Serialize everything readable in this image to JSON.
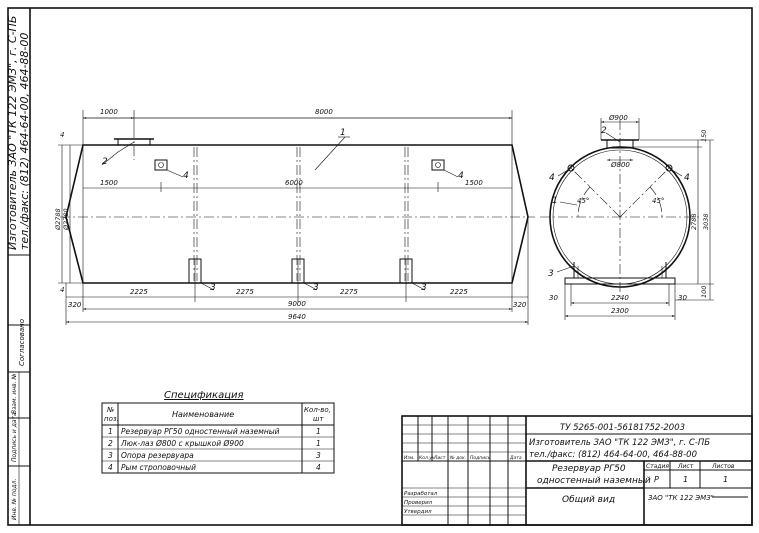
{
  "left_margin": {
    "manufacturer": "Изготовитель ЗАО \"ТК 122 ЭМЗ\", г. С-ПБ",
    "phone": "тел./факс: (812) 464-64-00, 464-88-00",
    "agreed": "Согласовано",
    "inv_orig": "Инв. № подл.",
    "sign_date": "Подпись и дата",
    "inv_dup": "Взам. инв. №"
  },
  "side_view": {
    "dim_top_left": "1000",
    "dim_top_total": "8000",
    "dim_mid_left": "1500",
    "dim_mid_center": "6000",
    "dim_mid_right": "1500",
    "dim_bot_end_left": "320",
    "dim_bot_1": "2225",
    "dim_bot_2": "2275",
    "dim_bot_3": "2275",
    "dim_bot_4": "2225",
    "dim_bot_end_right": "320",
    "dim_bot_body": "9000",
    "dim_bot_total": "9640",
    "dim_dia_outer": "Ø2788",
    "dim_dia_inner": "Ø2780",
    "dim_wall_top": "4",
    "dim_wall_bot": "4",
    "callouts": [
      "1",
      "2",
      "3",
      "3",
      "3",
      "4",
      "4"
    ]
  },
  "end_view": {
    "dim_hatch_cover": "Ø900",
    "dim_hatch": "Ø800",
    "angle_left": "45°",
    "angle_right": "45°",
    "dim_top_gap": "150",
    "dim_height_1": "2788",
    "dim_height_2": "3038",
    "dim_base": "100",
    "dim_base_left": "30",
    "dim_base_right": "30",
    "dim_support": "2240",
    "dim_support_total": "2300",
    "callouts": [
      "1",
      "2",
      "3",
      "4",
      "4"
    ]
  },
  "spec": {
    "title": "Спецификация",
    "headers": {
      "no": "№ поз.",
      "no_top": "№",
      "no_bot": "поз.",
      "name": "Наименование",
      "qty_top": "Кол-во,",
      "qty_bot": "шт"
    },
    "rows": [
      {
        "no": "1",
        "name": "Резервуар РГ50 одностенный наземный",
        "qty": "1"
      },
      {
        "no": "2",
        "name": "Люк-лаз Ø800 с крышкой Ø900",
        "qty": "1"
      },
      {
        "no": "3",
        "name": "Опора резервуара",
        "qty": "3"
      },
      {
        "no": "4",
        "name": "Рым строповочный",
        "qty": "4"
      }
    ]
  },
  "title_block": {
    "code": "ТУ 5265-001-56181752-2003",
    "manufacturer": "Изготовитель ЗАО \"ТК 122 ЭМЗ\", г. С-ПБ",
    "phone": "тел./факс: (812) 464-64-00, 464-88-00",
    "rev_headers": [
      "Изм.",
      "Кол.уч",
      "Лист",
      "№ док.",
      "Подпись",
      "Дата"
    ],
    "roles": [
      "Разработал",
      "Проверил",
      "Утвердил"
    ],
    "product_line1": "Резервуар РГ50",
    "product_line2": "одностенный наземный",
    "view": "Общий вид",
    "stage_label": "Стадия",
    "sheet_label": "Лист",
    "sheets_label": "Листов",
    "stage": "Р",
    "sheet": "1",
    "sheets": "1",
    "company": "ЗАО \"ТК 122 ЭМЗ\""
  }
}
